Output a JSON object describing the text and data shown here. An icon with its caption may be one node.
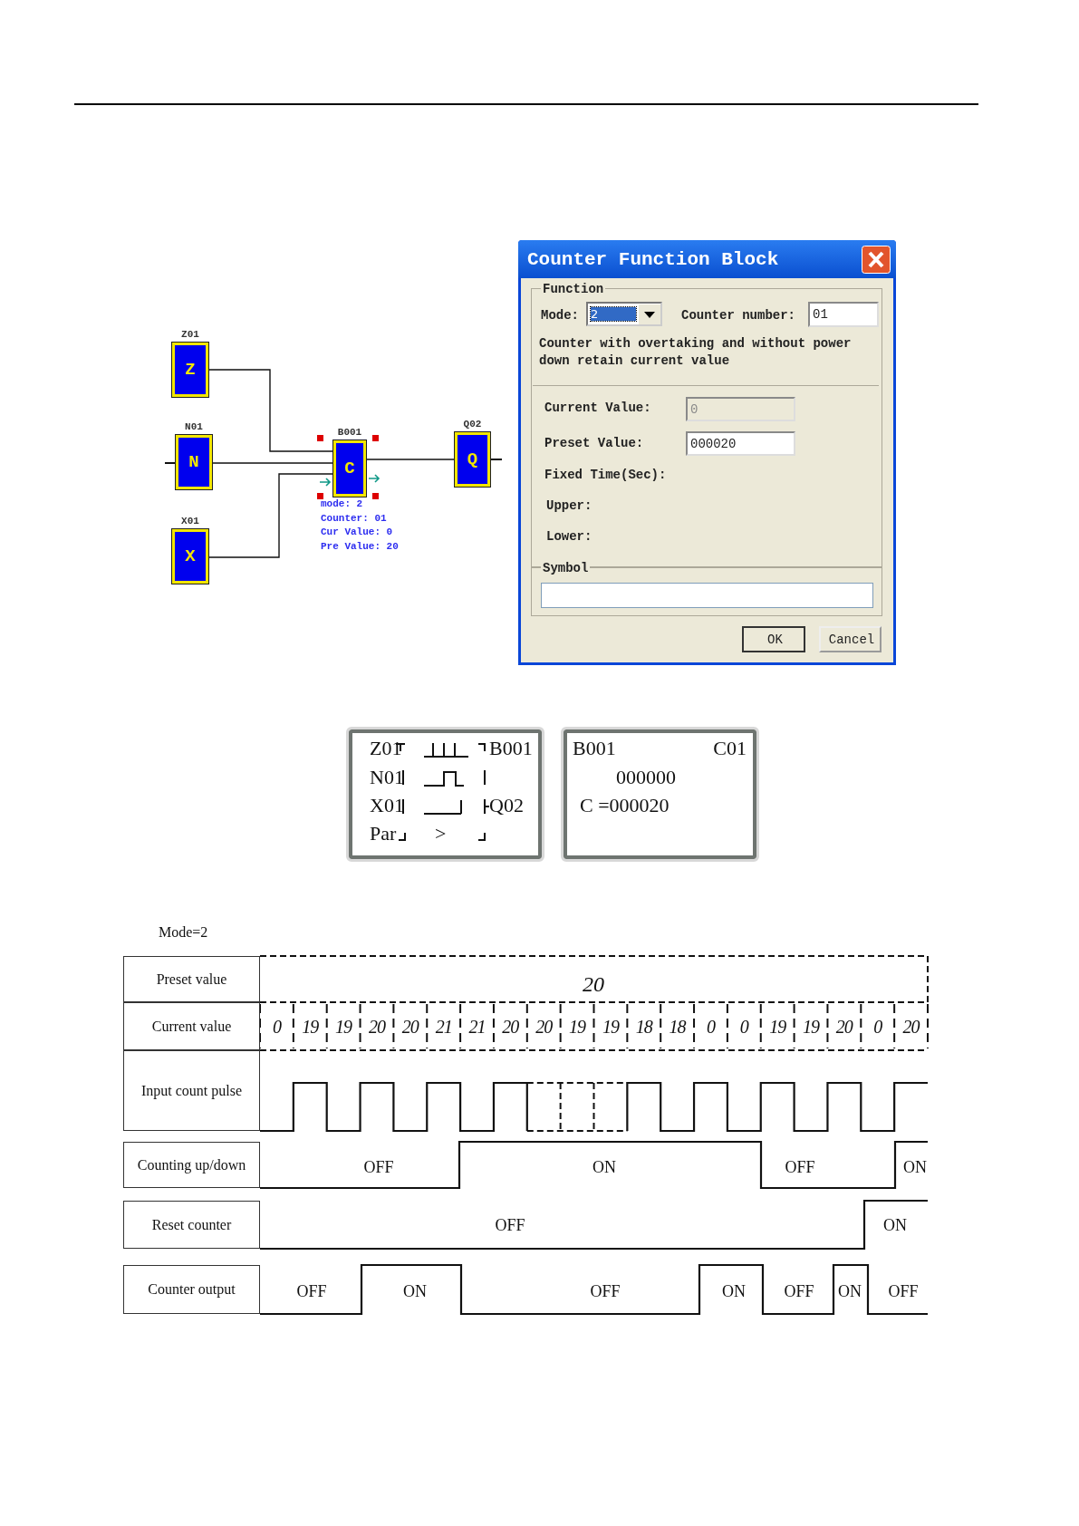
{
  "diagram": {
    "nodes": [
      {
        "text": [
          "Z"
        ],
        "beside": [
          "Z01"
        ]
      },
      {
        "text": [
          "N"
        ],
        "beside": [
          "N01"
        ]
      },
      {
        "text": [
          "X"
        ],
        "beside": [
          "X01"
        ]
      },
      {
        "text": [
          "C"
        ],
        "beside": [
          "B001",
          "mode: 2",
          "Counter: 01",
          "Cur Value: 0",
          "Pre Value: 20"
        ]
      },
      {
        "text": [
          "Q"
        ],
        "beside": [
          "Q02"
        ]
      },
      {
        "text": [
          "Z01",
          "B001",
          "N01",
          "X01",
          "Q02",
          "Par",
          ">"
        ]
      },
      {
        "text": [
          "B001",
          "C01",
          "000000",
          "C =000020"
        ]
      }
    ],
    "edges": [
      {
        "from": 0,
        "to": 3,
        "arrow": "none"
      },
      {
        "from": 1,
        "to": 3,
        "arrow": "none"
      },
      {
        "from": 2,
        "to": 3,
        "arrow": "none"
      },
      {
        "from": 3,
        "to": 4,
        "arrow": "none"
      }
    ],
    "labels": [
      "Counter Function Block",
      "Function",
      "Mode:",
      "2",
      "Counter number:",
      "01",
      "Counter with overtaking and without power down retain current value",
      "Current Value:",
      "0",
      "Preset Value:",
      "000020",
      "Fixed Time(Sec):",
      "Upper:",
      "Lower:",
      "Symbol",
      "OK",
      "Cancel",
      "Mode=2",
      "Preset value",
      "20",
      "Current value",
      "0",
      "19",
      "19",
      "20",
      "20",
      "21",
      "21",
      "20",
      "20",
      "19",
      "19",
      "18",
      "18",
      "0",
      "0",
      "19",
      "19",
      "20",
      "0",
      "20",
      "Input count pulse",
      "Counting up/down",
      "OFF",
      "ON",
      "OFF",
      "ON",
      "Reset counter",
      "OFF",
      "ON",
      "Counter output",
      "OFF",
      "ON",
      "OFF",
      "ON",
      "OFF",
      "ON",
      "OFF"
    ]
  }
}
